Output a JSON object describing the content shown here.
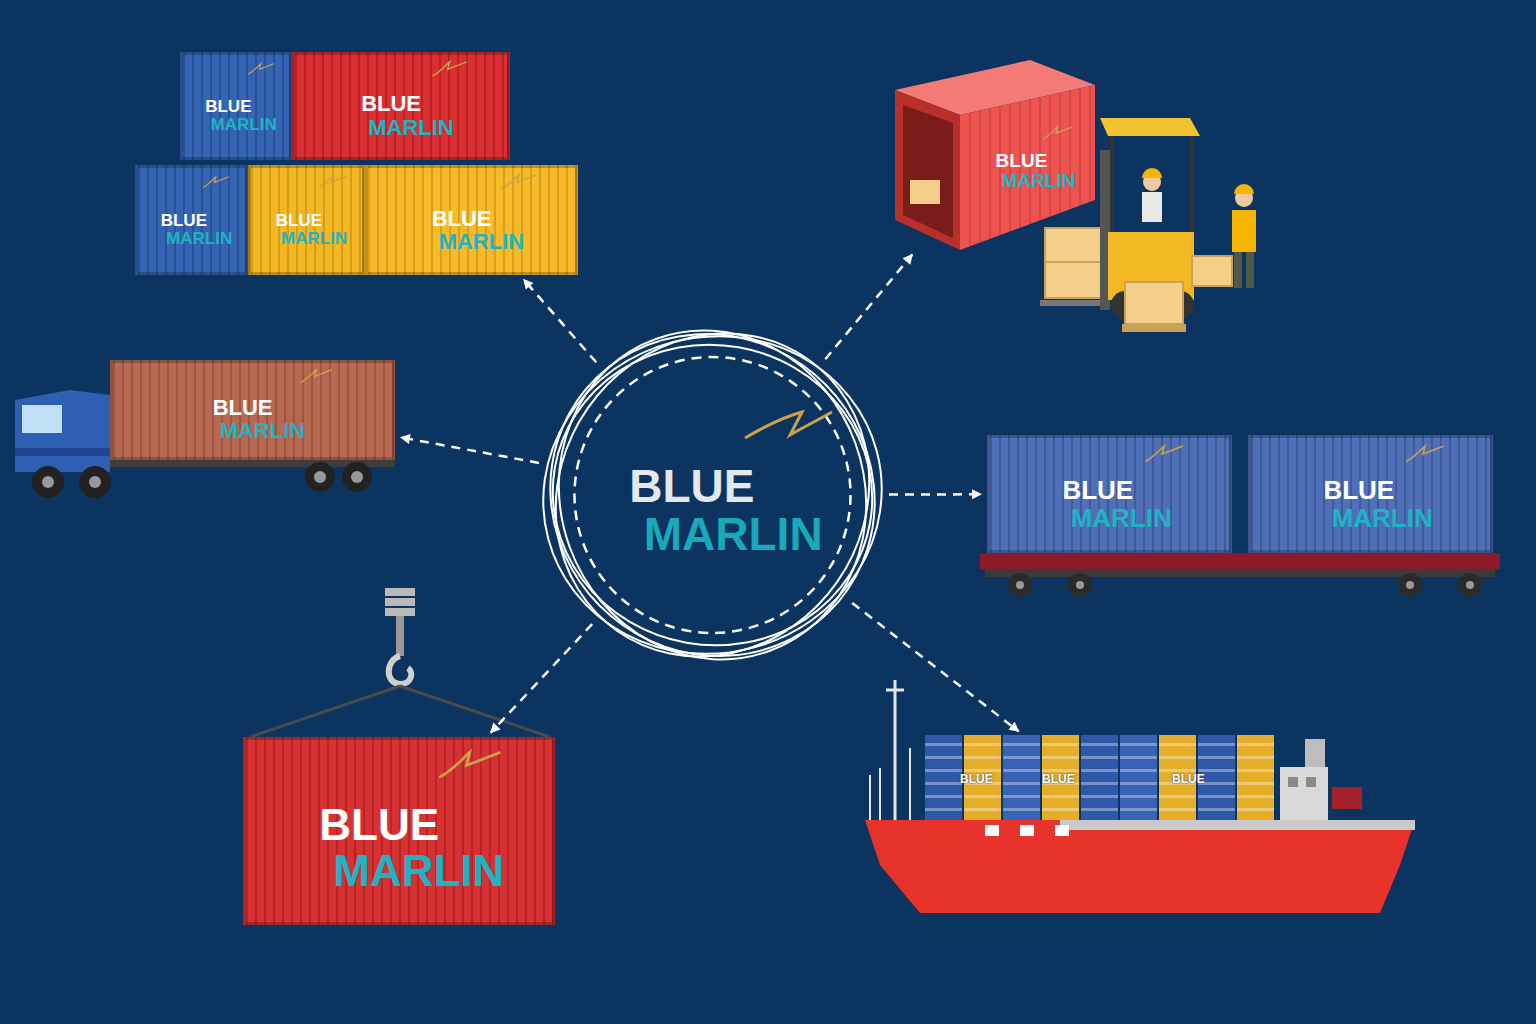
{
  "diagram": {
    "nodes": [
      {
        "text": [
          "BLUE",
          "MARLIN"
        ]
      },
      {
        "text": [
          "BLUE",
          "MARLIN"
        ]
      },
      {
        "text": [
          "BLUE",
          "MARLIN"
        ]
      },
      {
        "text": [
          "BLUE",
          "MARLIN"
        ]
      },
      {
        "text": [
          "BLUE",
          "MARLIN"
        ]
      },
      {
        "text": [
          "BLUE",
          "MARLIN"
        ]
      },
      {
        "text": [
          "BLUE",
          "MARLIN"
        ]
      },
      {
        "text": [
          "BLUE",
          "MARLIN"
        ]
      },
      {
        "text": [
          "BLUE",
          "MARLIN"
        ]
      },
      {
        "text": [
          "BLUE",
          "MARLIN"
        ]
      },
      {
        "text": [
          "BLUE",
          "MARLIN"
        ]
      },
      {
        "text": [
          "BLUE",
          "BLUE",
          "BLUE"
        ]
      }
    ],
    "edges": [
      {
        "from": 6,
        "to": 4,
        "arrow": "to"
      },
      {
        "from": 6,
        "to": 5,
        "arrow": "to"
      },
      {
        "from": 6,
        "to": 7,
        "arrow": "to"
      },
      {
        "from": 6,
        "to": 8,
        "arrow": "to"
      },
      {
        "from": 6,
        "to": 10,
        "arrow": "to"
      },
      {
        "from": 6,
        "to": 11,
        "arrow": "to"
      }
    ]
  }
}
